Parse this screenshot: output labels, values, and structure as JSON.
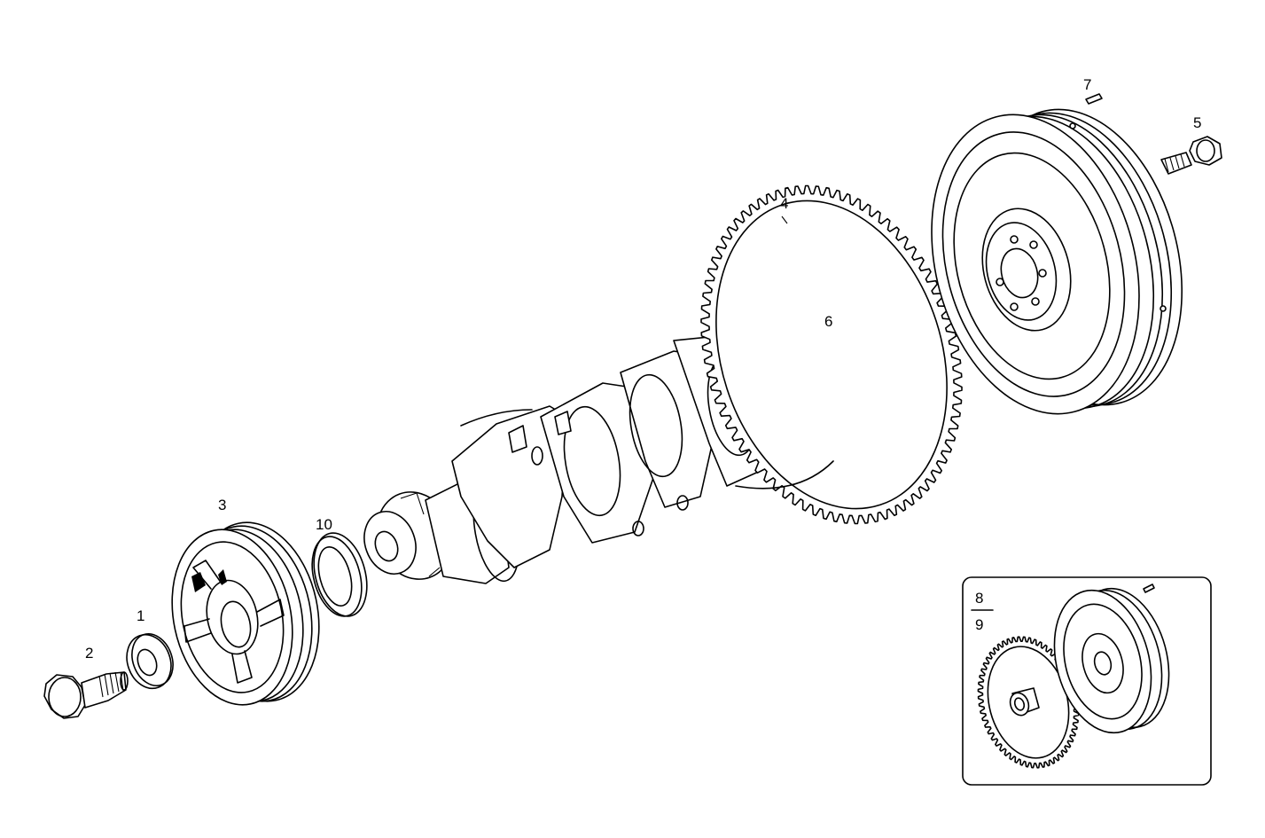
{
  "callouts": {
    "c1": "1",
    "c2": "2",
    "c3": "3",
    "c4": "4",
    "c5": "5",
    "c6": "6",
    "c7": "7",
    "c10": "10"
  },
  "inset": {
    "top_label": "8",
    "bottom_label": "9"
  },
  "colors": {
    "line": "#000000",
    "background": "#ffffff"
  }
}
